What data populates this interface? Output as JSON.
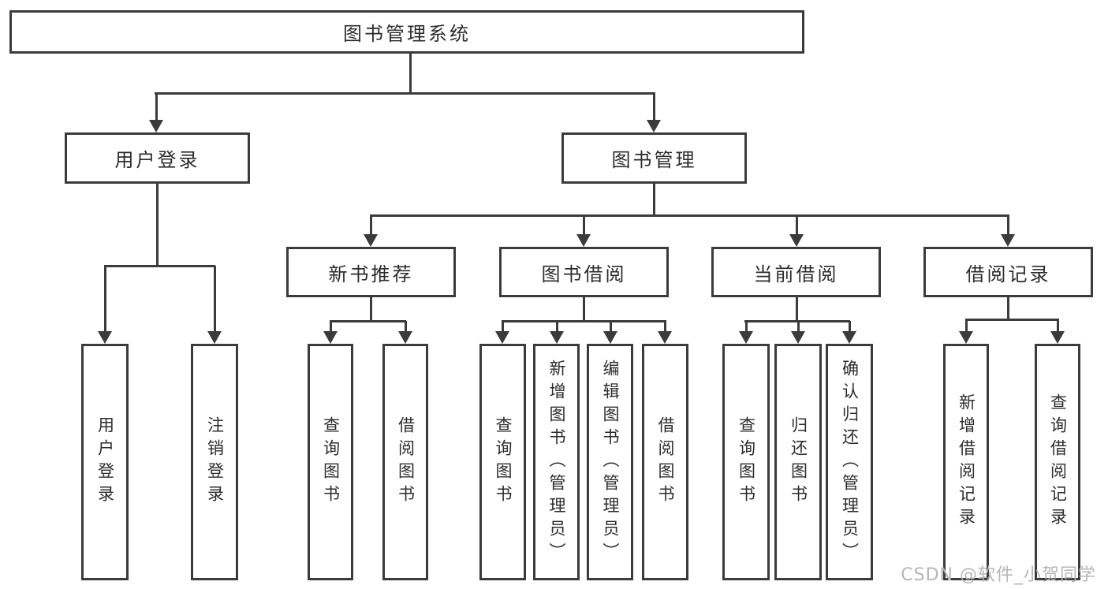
{
  "tree": {
    "root": "图书管理系统",
    "user": {
      "label": "用户登录",
      "children": [
        "用户登录",
        "注销登录"
      ]
    },
    "mgmt": {
      "label": "图书管理",
      "groups": [
        {
          "label": "新书推荐",
          "children": [
            "查询图书",
            "借阅图书"
          ]
        },
        {
          "label": "图书借阅",
          "children": [
            "查询图书",
            "新增图书（管理员）",
            "编辑图书（管理员）",
            "借阅图书"
          ]
        },
        {
          "label": "当前借阅",
          "children": [
            "查询图书",
            "归还图书",
            "确认归还（管理员）"
          ]
        },
        {
          "label": "借阅记录",
          "children": [
            "新增借阅记录",
            "查询借阅记录"
          ]
        }
      ]
    }
  },
  "watermark": "CSDN @软件_小贺同学",
  "colors": {
    "line": "#3b3b3d",
    "text": "#2c2c2e",
    "background": "#ffffff",
    "watermark": "#b6b6b6"
  }
}
